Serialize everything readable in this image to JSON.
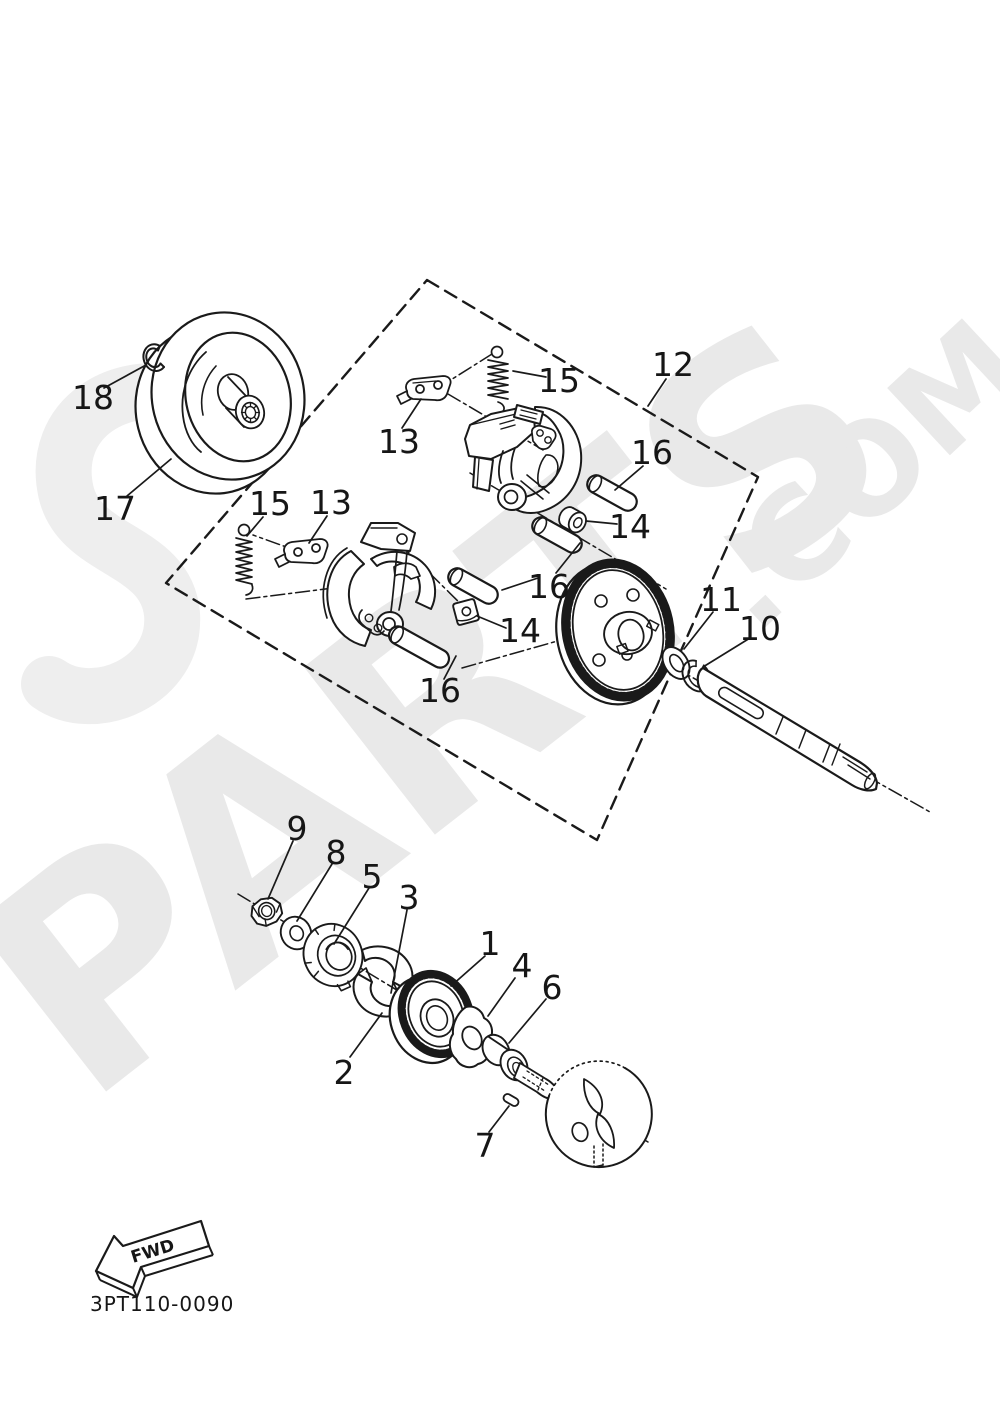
{
  "page": {
    "background": "#ffffff",
    "ink": "#1a1a1a"
  },
  "watermark": {
    "brand": "PARTS",
    "suffix": ".COM",
    "color": "#e9e9e9",
    "logo_color": "#eeeeee"
  },
  "drawing": {
    "code": "3PT110-0090",
    "fwd_label": "FWD"
  },
  "callouts": [
    {
      "n": "18"
    },
    {
      "n": "17"
    },
    {
      "n": "13"
    },
    {
      "n": "15"
    },
    {
      "n": "12"
    },
    {
      "n": "16"
    },
    {
      "n": "14"
    },
    {
      "n": "16"
    },
    {
      "n": "14"
    },
    {
      "n": "15"
    },
    {
      "n": "13"
    },
    {
      "n": "16"
    },
    {
      "n": "11"
    },
    {
      "n": "10"
    },
    {
      "n": "9"
    },
    {
      "n": "8"
    },
    {
      "n": "5"
    },
    {
      "n": "3"
    },
    {
      "n": "1"
    },
    {
      "n": "4"
    },
    {
      "n": "6"
    },
    {
      "n": "2"
    },
    {
      "n": "7"
    }
  ]
}
